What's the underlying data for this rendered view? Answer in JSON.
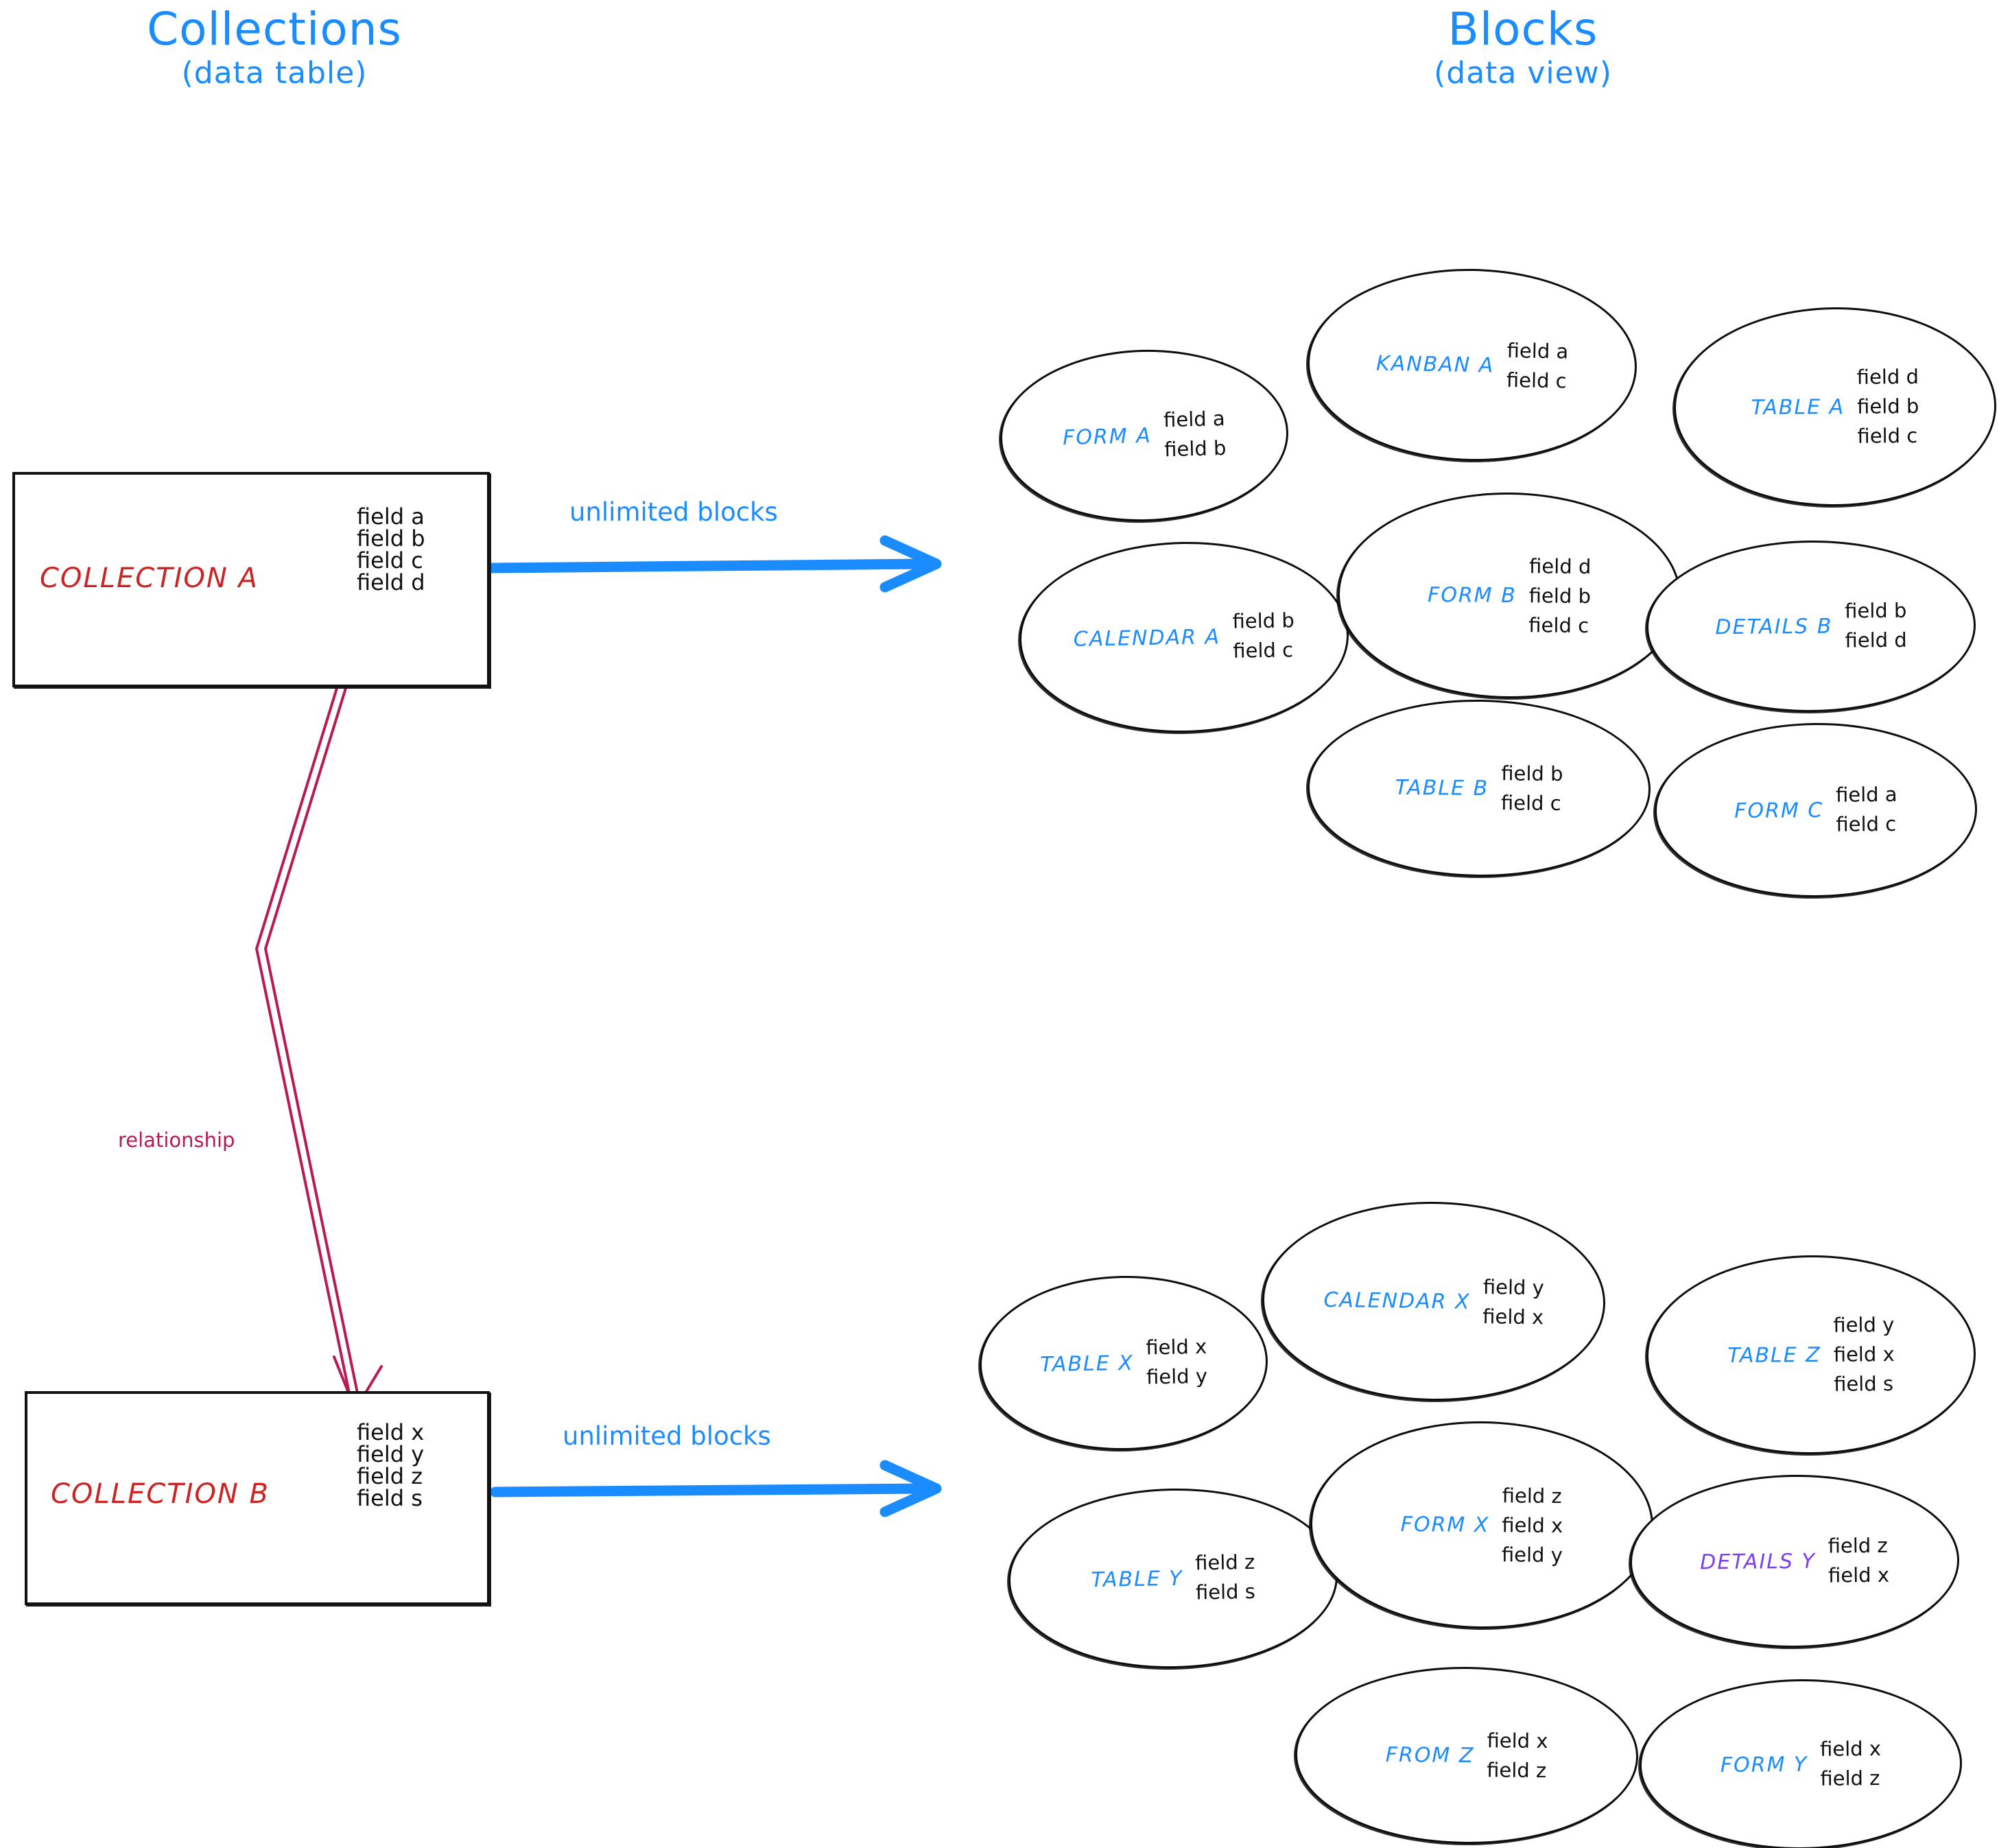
{
  "colors": {
    "accent_blue": "#1a8cff",
    "collection_red": "#cc2424",
    "relationship_crimson": "#b81b52",
    "details_purple": "#7b3ff2",
    "stroke_black": "#0d0d0d",
    "background": "#ffffff"
  },
  "headings": {
    "left": {
      "title": "Collections",
      "subtitle": "(data table)"
    },
    "right": {
      "title": "Blocks",
      "subtitle": "(data view)"
    }
  },
  "connectors": {
    "arrow_top_label": "unlimited blocks",
    "arrow_bottom_label": "unlimited blocks",
    "relationship_label": "relationship"
  },
  "collections": [
    {
      "name": "COLLECTION A",
      "fields": [
        "field a",
        "field b",
        "field c",
        "field d"
      ]
    },
    {
      "name": "COLLECTION B",
      "fields": [
        "field x",
        "field y",
        "field z",
        "field s"
      ]
    }
  ],
  "block_groups": [
    {
      "for_collection": "COLLECTION A",
      "blocks": [
        {
          "label": "FORM A",
          "label_color": "#1a8cff",
          "fields": [
            "field a",
            "field b"
          ]
        },
        {
          "label": "KANBAN A",
          "label_color": "#1a8cff",
          "fields": [
            "field a",
            "field c"
          ]
        },
        {
          "label": "TABLE A",
          "label_color": "#1a8cff",
          "fields": [
            "field d",
            "field b",
            "field c"
          ]
        },
        {
          "label": "CALENDAR A",
          "label_color": "#1a8cff",
          "fields": [
            "field b",
            "field c"
          ]
        },
        {
          "label": "FORM B",
          "label_color": "#1a8cff",
          "fields": [
            "field d",
            "field b",
            "field c"
          ]
        },
        {
          "label": "DETAILS B",
          "label_color": "#1a8cff",
          "fields": [
            "field b",
            "field d"
          ]
        },
        {
          "label": "TABLE B",
          "label_color": "#1a8cff",
          "fields": [
            "field b",
            "field c"
          ]
        },
        {
          "label": "FORM C",
          "label_color": "#1a8cff",
          "fields": [
            "field a",
            "field c"
          ]
        }
      ]
    },
    {
      "for_collection": "COLLECTION B",
      "blocks": [
        {
          "label": "TABLE X",
          "label_color": "#1a8cff",
          "fields": [
            "field x",
            "field y"
          ]
        },
        {
          "label": "CALENDAR X",
          "label_color": "#1a8cff",
          "fields": [
            "field y",
            "field x"
          ]
        },
        {
          "label": "TABLE Z",
          "label_color": "#1a8cff",
          "fields": [
            "field y",
            "field x",
            "field s"
          ]
        },
        {
          "label": "TABLE Y",
          "label_color": "#1a8cff",
          "fields": [
            "field z",
            "field s"
          ]
        },
        {
          "label": "FORM X",
          "label_color": "#1a8cff",
          "fields": [
            "field z",
            "field x",
            "field y"
          ]
        },
        {
          "label": "DETAILS Y",
          "label_color": "#7b3ff2",
          "fields": [
            "field z",
            "field x"
          ]
        },
        {
          "label": "FROM Z",
          "label_color": "#1a8cff",
          "fields": [
            "field x",
            "field z"
          ]
        },
        {
          "label": "FORM Y",
          "label_color": "#1a8cff",
          "fields": [
            "field x",
            "field z"
          ]
        }
      ]
    }
  ]
}
